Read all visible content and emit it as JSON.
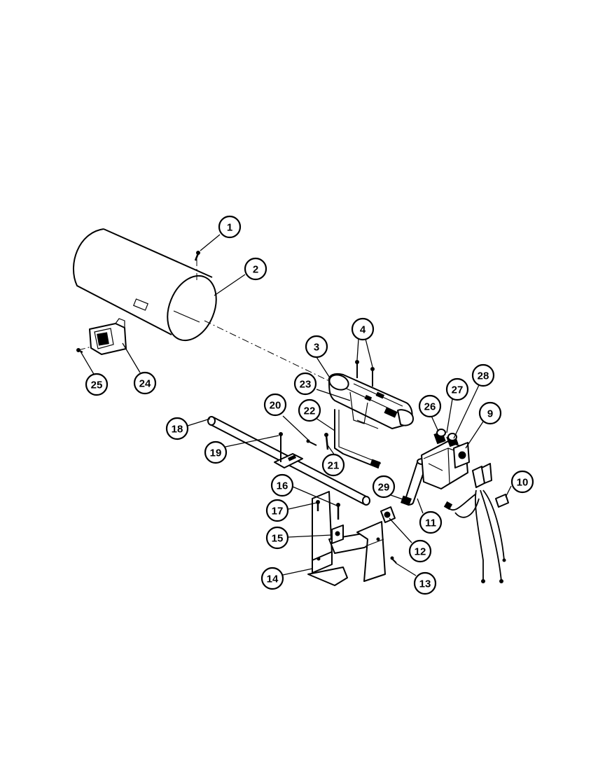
{
  "diagram": {
    "callouts": [
      "1",
      "2",
      "3",
      "4",
      "9",
      "10",
      "11",
      "12",
      "13",
      "14",
      "15",
      "16",
      "17",
      "18",
      "19",
      "20",
      "21",
      "22",
      "23",
      "24",
      "25",
      "26",
      "27",
      "28",
      "29"
    ]
  }
}
